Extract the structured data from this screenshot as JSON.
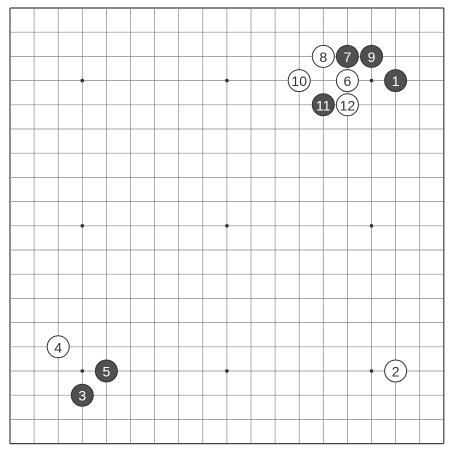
{
  "board": {
    "size": 19,
    "line_color": "#888888",
    "border_color": "#444444",
    "background": "#ffffff",
    "hoshi": [
      [
        3,
        3
      ],
      [
        9,
        3
      ],
      [
        15,
        3
      ],
      [
        3,
        9
      ],
      [
        9,
        9
      ],
      [
        15,
        9
      ],
      [
        3,
        15
      ],
      [
        9,
        15
      ],
      [
        15,
        15
      ]
    ]
  },
  "stones": [
    {
      "number": "1",
      "color": "black",
      "col": 16,
      "row": 3
    },
    {
      "number": "2",
      "color": "white",
      "col": 16,
      "row": 15
    },
    {
      "number": "3",
      "color": "black",
      "col": 3,
      "row": 16
    },
    {
      "number": "4",
      "color": "white",
      "col": 2,
      "row": 14
    },
    {
      "number": "5",
      "color": "black",
      "col": 4,
      "row": 15
    },
    {
      "number": "6",
      "color": "white",
      "col": 14,
      "row": 3
    },
    {
      "number": "7",
      "color": "black",
      "col": 14,
      "row": 2
    },
    {
      "number": "8",
      "color": "white",
      "col": 13,
      "row": 2
    },
    {
      "number": "9",
      "color": "black",
      "col": 15,
      "row": 2
    },
    {
      "number": "10",
      "color": "white",
      "col": 12,
      "row": 3
    },
    {
      "number": "11",
      "color": "black",
      "col": 13,
      "row": 4
    },
    {
      "number": "12",
      "color": "white",
      "col": 14,
      "row": 4
    }
  ],
  "colors": {
    "black_stone": "#505050",
    "white_stone": "#ffffff",
    "black_text": "#ffffff",
    "white_text": "#333333",
    "stone_stroke": "#333333"
  }
}
